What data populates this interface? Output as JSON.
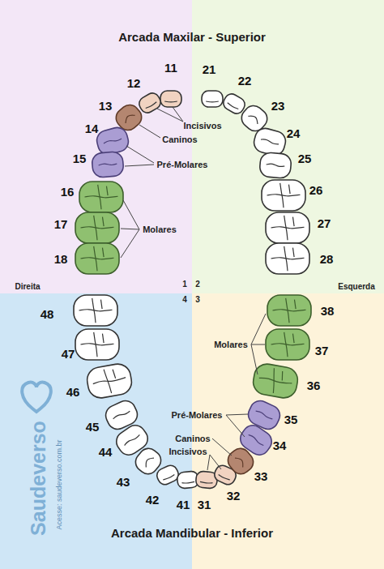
{
  "diagram": {
    "title": "Arcada Maxilar - Superior",
    "caption": "Arcada Mandibular - Inferior",
    "labels": [
      "11",
      "21",
      "12",
      "22",
      "13",
      "Incisivos",
      "23",
      "14",
      "Caninos",
      "24",
      "15",
      "Pré-Molares",
      "25",
      "16",
      "26",
      "17",
      "Molares",
      "27",
      "18",
      "28",
      "Direita",
      "1",
      "2",
      "Esquerda",
      "4",
      "3",
      "48",
      "38",
      "47",
      "Molares",
      "37",
      "46",
      "36",
      "Pré-Molares",
      "45",
      "35",
      "Caninos",
      "44",
      "34",
      "Incisivos",
      "43",
      "33",
      "42",
      "32",
      "41",
      "31",
      "Saudeverso",
      "Acesse: saudeverso.com.br"
    ]
  }
}
